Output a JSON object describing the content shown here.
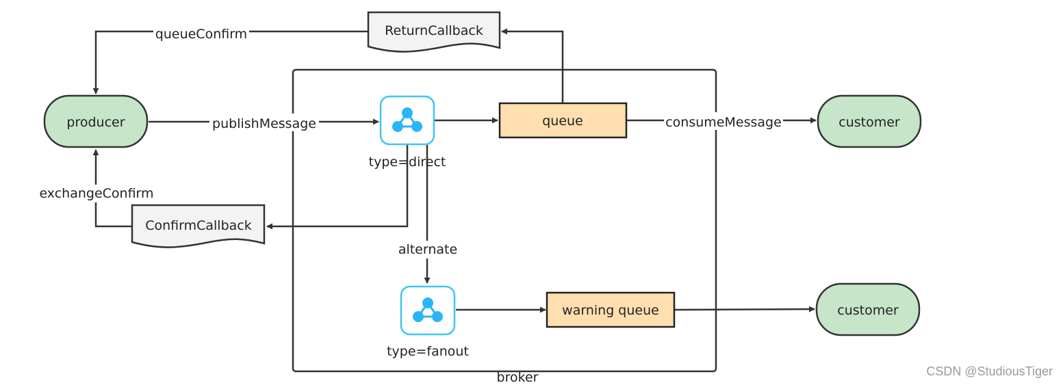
{
  "diagram": {
    "nodes": {
      "producer": "producer",
      "customer_top": "customer",
      "customer_bottom": "customer",
      "queue": "queue",
      "warning_queue": "warning queue",
      "return_callback": "ReturnCallback",
      "confirm_callback": "ConfirmCallback",
      "exchange_direct_label": "type=direct",
      "exchange_fanout_label": "type=fanout",
      "broker": "broker"
    },
    "edges": {
      "publish": "publishMessage",
      "consume": "consumeMessage",
      "queue_confirm": "queueConfirm",
      "exchange_confirm": "exchangeConfirm",
      "alternate": "alternate"
    },
    "icons": {
      "exchange": "share-network-icon"
    },
    "colors": {
      "terminal_fill": "#c6e5c9",
      "queue_fill": "#ffdfb0",
      "document_fill": "#f3f3f3",
      "stroke": "#333333",
      "exchange_border": "#3fc6f2",
      "exchange_fill": "#29b6f6"
    }
  },
  "watermark": "CSDN @StudiousTiger"
}
